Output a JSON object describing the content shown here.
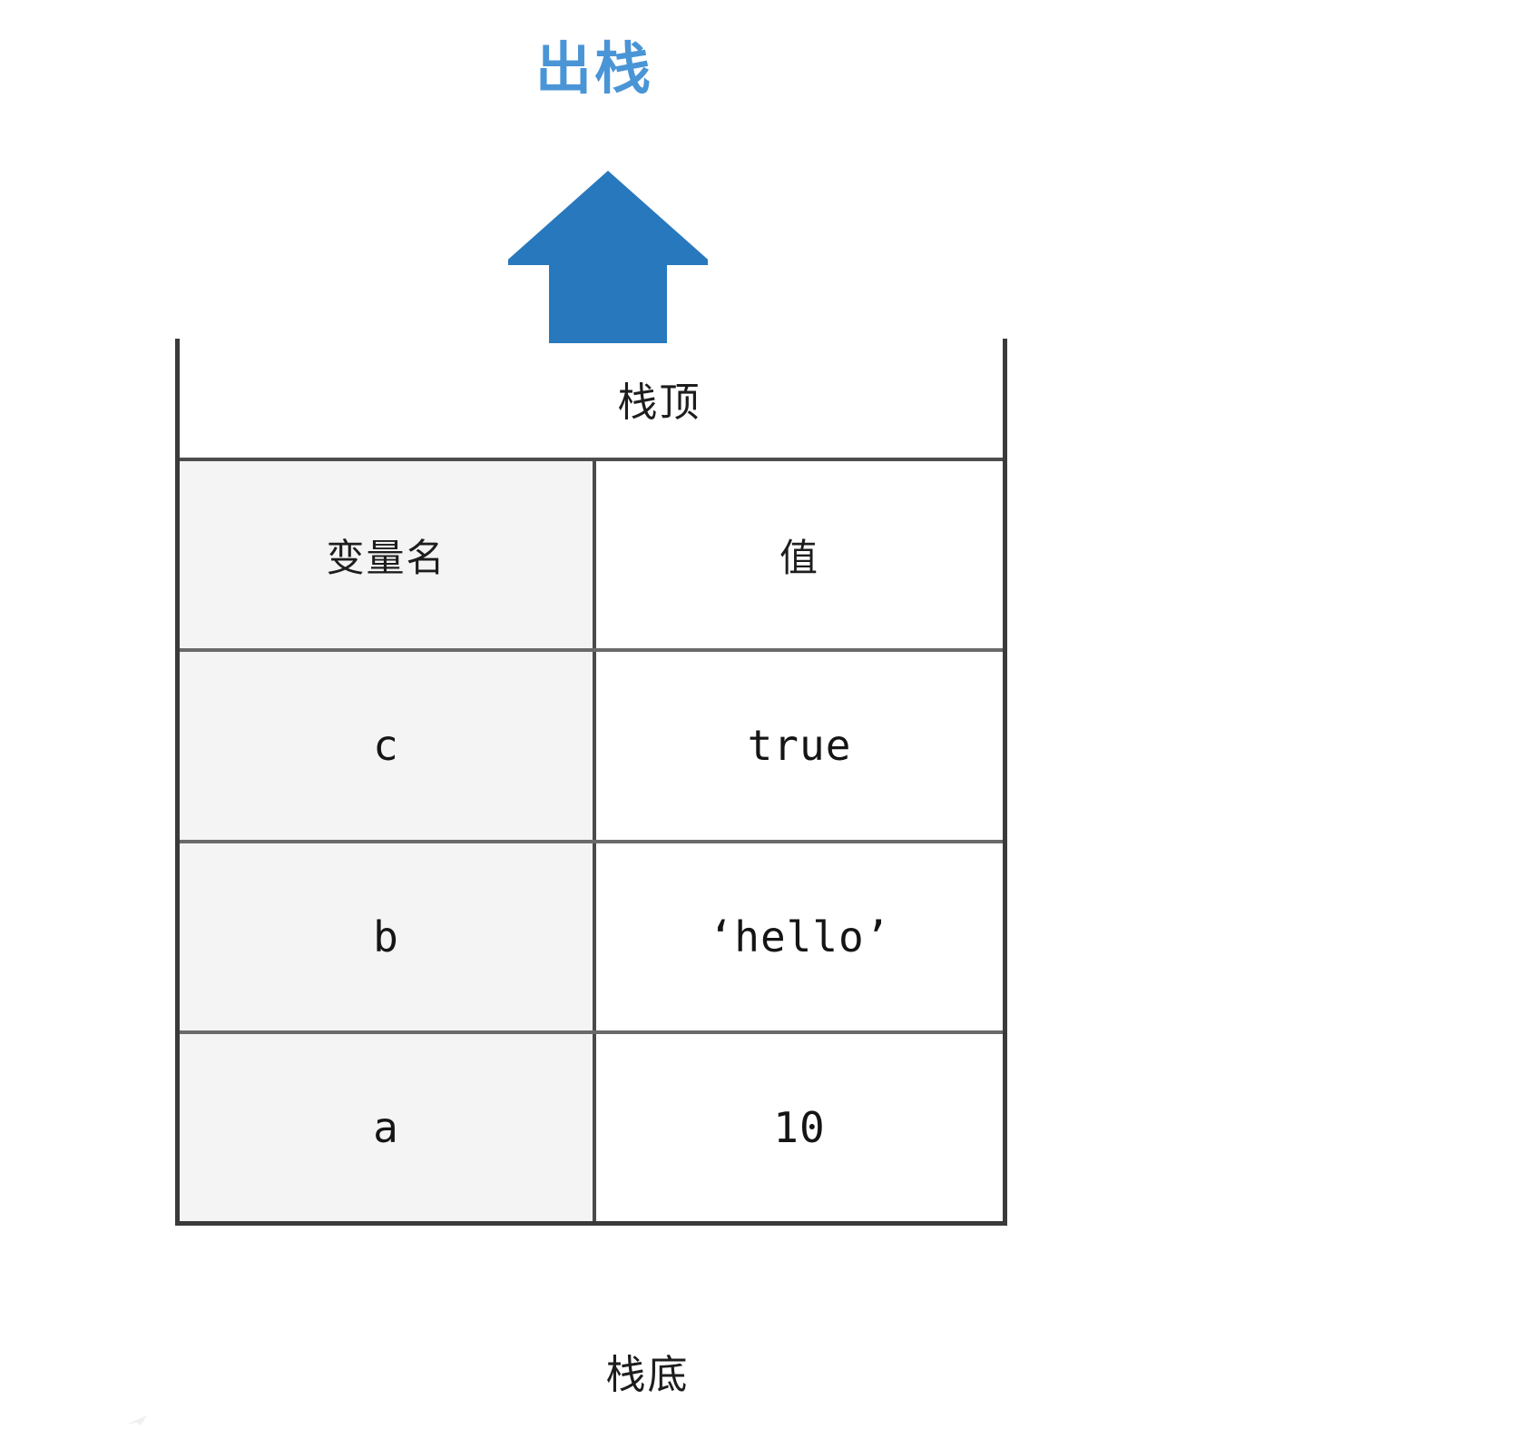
{
  "diagram": {
    "title": "出栈",
    "title_color": "#4a95d6",
    "arrow": {
      "name": "pop-direction-arrow",
      "direction": "up",
      "color": "#2878be"
    },
    "top_label": "栈顶",
    "bottom_label": "栈底",
    "table": {
      "headers": [
        "变量名",
        "值"
      ],
      "rows": [
        {
          "name": "c",
          "value": "true"
        },
        {
          "name": "b",
          "value": "‘hello’"
        },
        {
          "name": "a",
          "value": "10"
        }
      ],
      "name_column_bg": "#f4f4f4",
      "value_column_bg": "#ffffff",
      "border_color": "#3a3a3a"
    }
  },
  "chart_data": {
    "type": "table",
    "title": "出栈",
    "categories": [
      "变量名",
      "值"
    ],
    "rows": [
      [
        "c",
        "true"
      ],
      [
        "b",
        "‘hello’"
      ],
      [
        "a",
        "10"
      ]
    ],
    "annotations": [
      "出栈",
      "栈顶",
      "栈底"
    ],
    "xlabel": "",
    "ylabel": ""
  }
}
